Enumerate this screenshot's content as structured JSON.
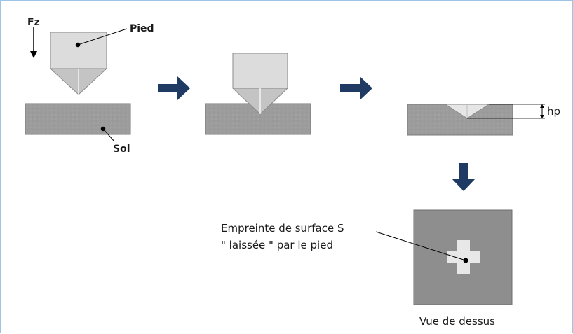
{
  "labels": {
    "force": "Fz",
    "foot": "Pied",
    "ground": "Sol",
    "penetration": "hp",
    "imprint_line1": "Empreinte de surface S",
    "imprint_line2": "\" laissée \" par le pied",
    "top_view": "Vue de dessus"
  },
  "colors": {
    "ground": "#9c9c9c",
    "foot_body": "#dcdcdc",
    "foot_tip": "#c4c4c4",
    "arrow": "#1f3b64",
    "plate": "#8e8e8e",
    "imprint": "#e8e8e8",
    "frame_border": "#9dc3e6"
  },
  "icons": [
    "down-arrow-icon",
    "right-arrow-icon",
    "down-arrow-icon"
  ]
}
